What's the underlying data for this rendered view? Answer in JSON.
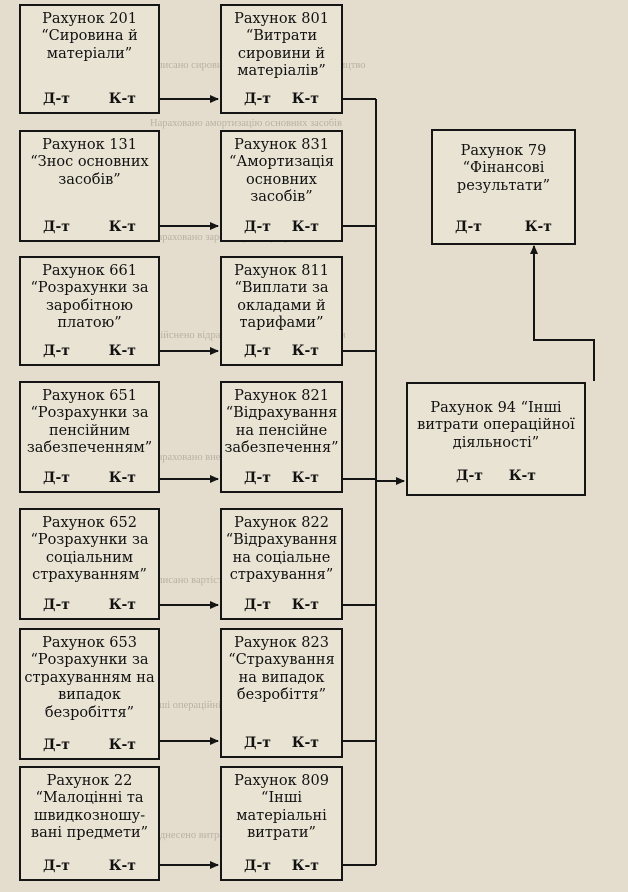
{
  "left_column": [
    {
      "title": "Рахунок 201\n“Сировина й\nматеріали”",
      "debit": "Д-т",
      "credit": "К-т"
    },
    {
      "title": "Рахунок 131\n“Знос основних\nзасобів”",
      "debit": "Д-т",
      "credit": "К-т"
    },
    {
      "title": "Рахунок 661\n“Розрахунки за\nзаробітною\nплатою”",
      "debit": "Д-т",
      "credit": "К-т"
    },
    {
      "title": "Рахунок 651\n“Розрахунки за\nпенсійним\nзабезпеченням”",
      "debit": "Д-т",
      "credit": "К-т"
    },
    {
      "title": "Рахунок 652\n“Розрахунки за\nсоціальним\nстрахуванням”",
      "debit": "Д-т",
      "credit": "К-т"
    },
    {
      "title": "Рахунок 653\n“Розрахунки за\nстрахуванням на\nвипадок\nбезробіття”",
      "debit": "Д-т",
      "credit": "К-т"
    },
    {
      "title": "Рахунок 22\n“Малоцінні та\nшвидкозношу-\nвані предмети”",
      "debit": "Д-т",
      "credit": "К-т"
    }
  ],
  "middle_column": [
    {
      "title": "Рахунок 801\n“Витрати\nсировини й\nматеріалів”",
      "debit": "Д-т",
      "credit": "К-т"
    },
    {
      "title": "Рахунок 831\n“Амортизація\nосновних\nзасобів”",
      "debit": "Д-т",
      "credit": "К-т"
    },
    {
      "title": "Рахунок 811\n“Виплати за\nокладами й\nтарифами”",
      "debit": "Д-т",
      "credit": "К-т"
    },
    {
      "title": "Рахунок 821\n“Відрахування\nна пенсійне\nзабезпечення”",
      "debit": "Д-т",
      "credit": "К-т"
    },
    {
      "title": "Рахунок 822\n“Відрахування\nна соціальне\nстрахування”",
      "debit": "Д-т",
      "credit": "К-т"
    },
    {
      "title": "Рахунок 823\n“Страхування\nна випадок\nбезробіття”",
      "debit": "Д-т",
      "credit": "К-т"
    },
    {
      "title": "Рахунок 809\n“Інші\nматеріальні\nвитрати”",
      "debit": "Д-т",
      "credit": "К-т"
    }
  ],
  "result_box": {
    "title": "Рахунок 79\n“Фінансові\nрезультати”",
    "debit": "Д-т",
    "credit": "К-т"
  },
  "other_expenses_box": {
    "title": "Рахунок 94 “Інші\nвитрати операційної\nдіяльності”",
    "debit": "Д-т",
    "credit": "К-т"
  },
  "colors": {
    "background": "#e4ddcd",
    "box_fill": "#e9e3d4",
    "line": "#151515"
  }
}
